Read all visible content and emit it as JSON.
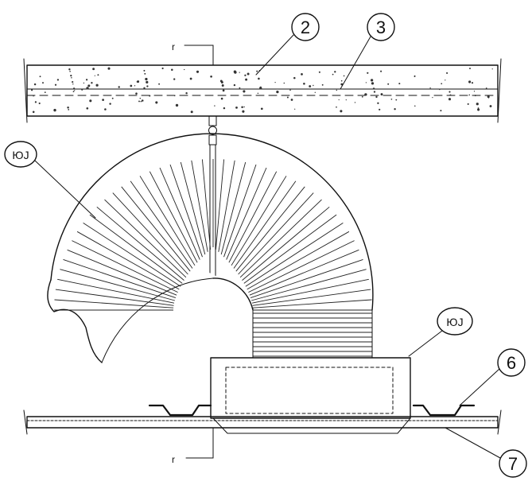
{
  "labels": {
    "balloon_2": "2",
    "balloon_3": "3",
    "balloon_6": "6",
    "balloon_7": "7",
    "tag_duct": "ЮЈ",
    "tag_box": "ЮЈ",
    "dim_top": "r",
    "dim_bottom": "r"
  },
  "colors": {
    "ink": "#111111",
    "paper": "#ffffff"
  }
}
